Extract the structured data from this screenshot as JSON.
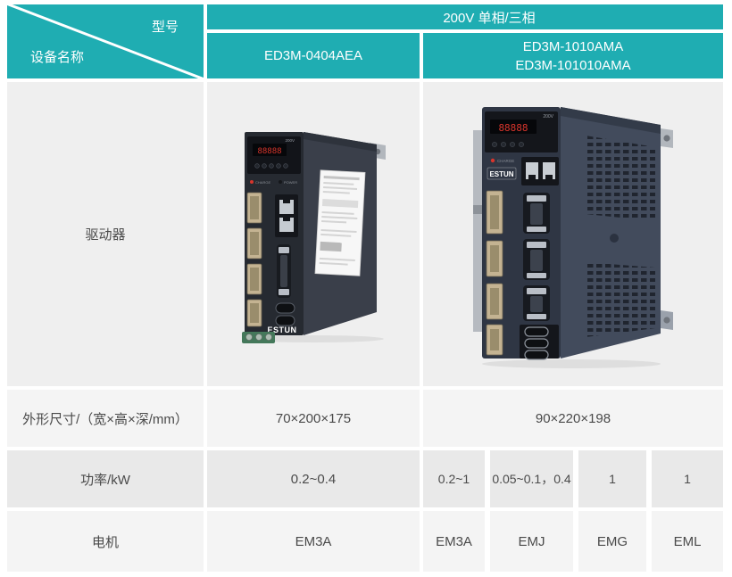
{
  "colors": {
    "teal": "#1FADB2",
    "row_light": "#f4f4f4",
    "row_medium": "#efefef",
    "row_dark": "#e9e9e9",
    "text_dark": "#4a4a4a"
  },
  "header": {
    "corner_top": "型号",
    "corner_bottom": "设备名称",
    "voltage": "200V 单相/三相",
    "model_col1": "ED3M-0404AEA",
    "model_col2_line1": "ED3M-1010AMA",
    "model_col2_line2": "ED3M-101010AMA"
  },
  "rows": {
    "driver_label": "驱动器",
    "dimensions_label": "外形尺寸/（宽×高×深/mm）",
    "dimensions_col1": "70×200×175",
    "dimensions_col2": "90×220×198",
    "power_label": "功率/kW",
    "power_col1": "0.2~0.4",
    "power_col2": [
      "0.2~1",
      "0.05~0.1，0.4",
      "1",
      "1"
    ],
    "motor_label": "电机",
    "motor_col1": "EM3A",
    "motor_col2": [
      "EM3A",
      "EMJ",
      "EMG",
      "EML"
    ]
  },
  "drives": {
    "small": {
      "logo": "ESTUN",
      "display": "88888",
      "tag": "200V",
      "led_left": "CHARGE",
      "led_right": "POWER"
    },
    "large": {
      "logo": "ESTUN",
      "display": "88888",
      "tag": "200V",
      "led": "CHARGE"
    }
  }
}
